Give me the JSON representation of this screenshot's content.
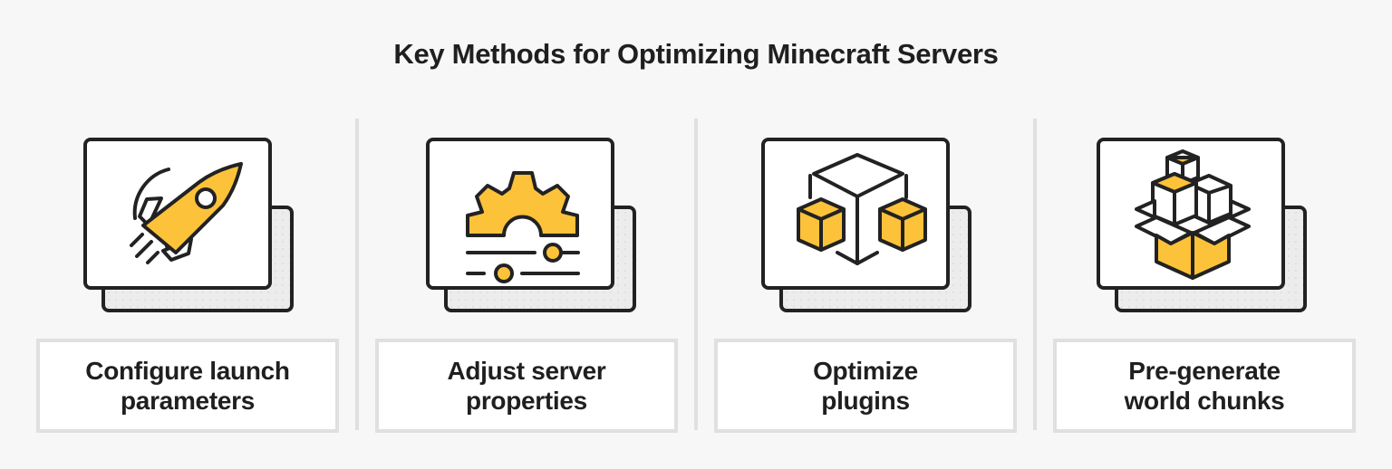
{
  "title": "Key Methods for Optimizing Minecraft Servers",
  "colors": {
    "background": "#f7f7f7",
    "accent": "#fcc23a",
    "stroke": "#222222",
    "card_border_light": "#e0e0e0"
  },
  "methods": [
    {
      "icon": "rocket-icon",
      "line1": "Configure launch",
      "line2": "parameters"
    },
    {
      "icon": "gear-sliders-icon",
      "line1": "Adjust server",
      "line2": "properties"
    },
    {
      "icon": "cubes-plugins-icon",
      "line1": "Optimize",
      "line2": "plugins"
    },
    {
      "icon": "box-chunks-icon",
      "line1": "Pre-generate",
      "line2": "world chunks"
    }
  ]
}
